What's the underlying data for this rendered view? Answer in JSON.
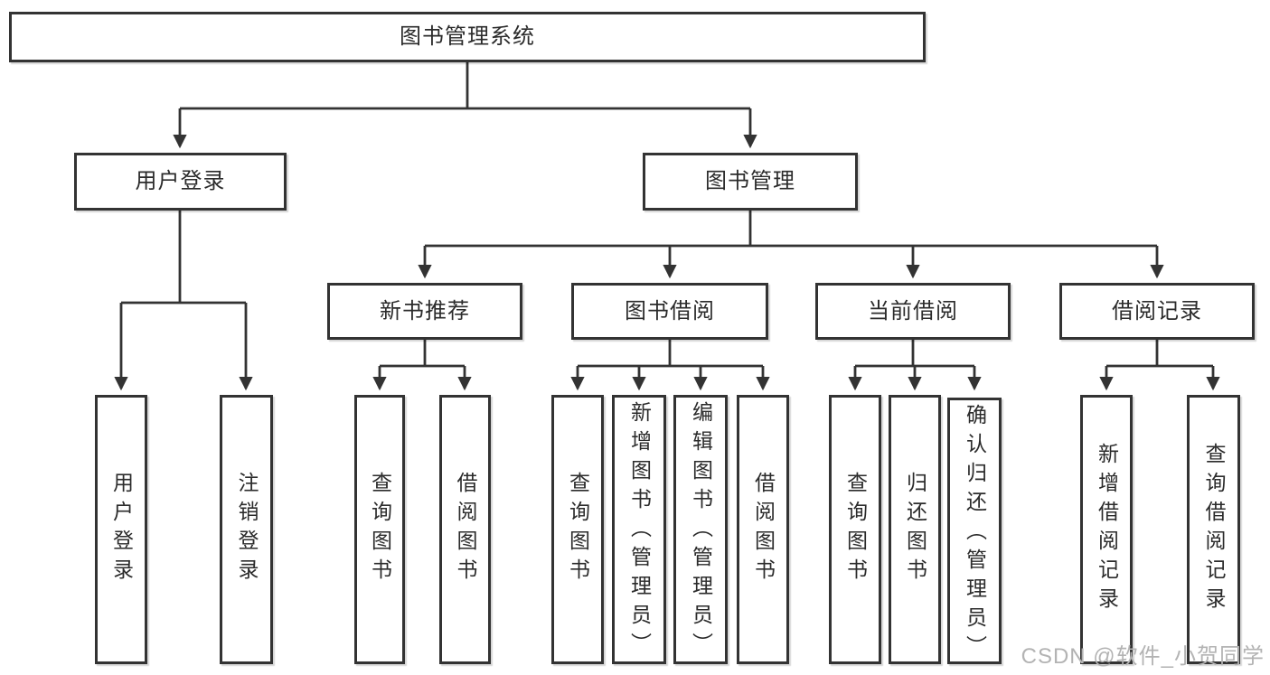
{
  "tree": {
    "root": {
      "label": "图书管理系统",
      "children": [
        {
          "label": "用户登录",
          "children": [
            {
              "label": "用户登录"
            },
            {
              "label": "注销登录"
            }
          ]
        },
        {
          "label": "图书管理",
          "children": [
            {
              "label": "新书推荐",
              "children": [
                {
                  "label": "查询图书"
                },
                {
                  "label": "借阅图书"
                }
              ]
            },
            {
              "label": "图书借阅",
              "children": [
                {
                  "label": "查询图书"
                },
                {
                  "label": "新增图书（管理员）"
                },
                {
                  "label": "编辑图书（管理员）"
                },
                {
                  "label": "借阅图书"
                }
              ]
            },
            {
              "label": "当前借阅",
              "children": [
                {
                  "label": "查询图书"
                },
                {
                  "label": "归还图书"
                },
                {
                  "label": "确认归还（管理员）"
                }
              ]
            },
            {
              "label": "借阅记录",
              "children": [
                {
                  "label": "新增借阅记录"
                },
                {
                  "label": "查询借阅记录"
                }
              ]
            }
          ]
        }
      ]
    }
  },
  "watermark": {
    "text": "CSDN @软件_小贺同学"
  },
  "colors": {
    "line": "#333333",
    "border": "#333333",
    "fill": "#ffffff",
    "text": "#2b2b2b",
    "watermark": "#b3b3b3",
    "bg": "#ffffff"
  }
}
